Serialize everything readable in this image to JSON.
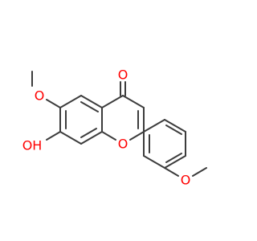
{
  "colors": {
    "bond": "#3c3c3c",
    "oxygen": "#ff0000",
    "background": "#ffffff"
  },
  "atoms": {
    "carbonyl_oxygen": "O",
    "ring_oxygen": "O",
    "methoxy_oxygen_6": "O",
    "methoxy_oxygen_4prime": "O",
    "hydroxyl": "OH"
  }
}
